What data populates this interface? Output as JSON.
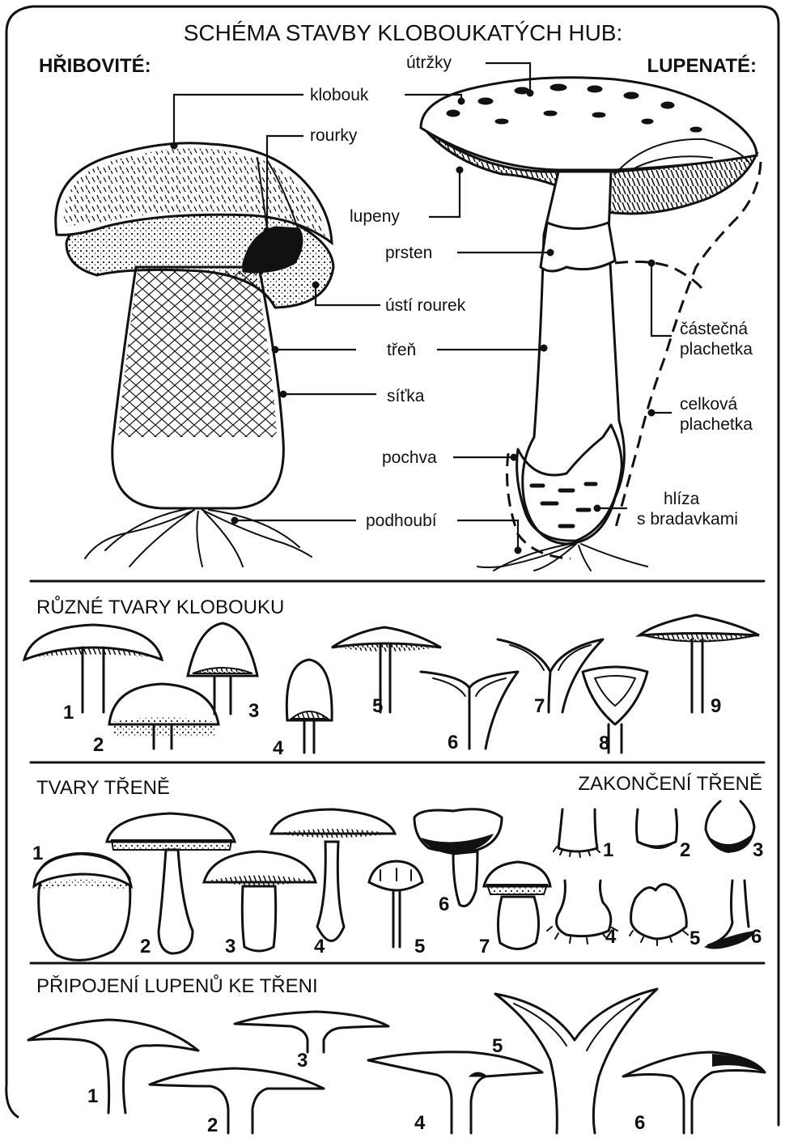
{
  "title": "SCHÉMA STAVBY KLOBOUKATÝCH HUB:",
  "left_type": "HŘIBOVITÉ:",
  "right_type": "LUPENATÉ:",
  "labels": {
    "utrzky": "útržky",
    "klobouk": "klobouk",
    "rourky": "rourky",
    "lupeny": "lupeny",
    "prsten": "prsten",
    "usti_rourek": "ústí rourek",
    "casticna_1": "částečná",
    "casticna_2": "plachetka",
    "tren": "třeň",
    "sitka": "síťka",
    "celkova_1": "celková",
    "celkova_2": "plachetka",
    "pochva": "pochva",
    "hliza_1": "hlíza",
    "hliza_2": "s bradavkami",
    "podhoubi": "podhoubí"
  },
  "sections": {
    "cap_shapes": {
      "heading": "RŮZNÉ TVARY KLOBOUKU",
      "numbers": [
        "1",
        "2",
        "3",
        "4",
        "5",
        "6",
        "7",
        "8",
        "9"
      ]
    },
    "stem_shapes": {
      "heading": "TVARY TŘENĚ",
      "numbers": [
        "1",
        "2",
        "3",
        "4",
        "5",
        "6",
        "7"
      ]
    },
    "stem_ends": {
      "heading": "ZAKONČENÍ TŘENĚ",
      "numbers": [
        "1",
        "2",
        "3",
        "4",
        "5",
        "6"
      ]
    },
    "gill_attachment": {
      "heading": "PŘIPOJENÍ LUPENŮ KE TŘENI",
      "numbers": [
        "1",
        "2",
        "3",
        "4",
        "5",
        "6"
      ]
    }
  }
}
